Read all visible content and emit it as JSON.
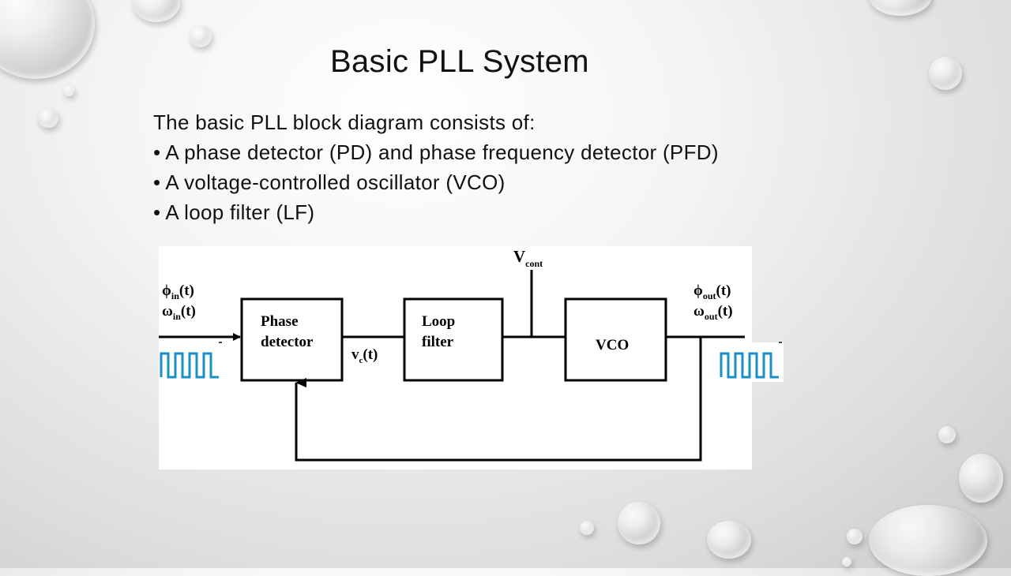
{
  "slide": {
    "title": "Basic PLL System",
    "intro": "The basic PLL block diagram consists of:",
    "bullets": [
      "A phase detector (PD) and phase frequency detector (PFD)",
      "A voltage-controlled oscillator (VCO)",
      "A loop filter (LF)"
    ]
  },
  "diagram": {
    "blocks": {
      "phase_detector": [
        "Phase",
        "detector"
      ],
      "loop_filter": [
        "Loop",
        "filter"
      ],
      "vco": "VCO"
    },
    "labels": {
      "input_phase": {
        "base": "ϕ",
        "sub": "in",
        "tail": "(t)"
      },
      "input_freq": {
        "base": "ω",
        "sub": "in",
        "tail": "(t)"
      },
      "output_phase": {
        "base": "ϕ",
        "sub": "out",
        "tail": "(t)"
      },
      "output_freq": {
        "base": "ω",
        "sub": "out",
        "tail": "(t)"
      },
      "vc": {
        "base": "v",
        "sub": "c",
        "tail": "(t)"
      },
      "vcont": {
        "base": "V",
        "sub": "cont",
        "tail": ""
      }
    },
    "colors": {
      "square_wave": "#1a8fc2",
      "block_line": "#000000"
    }
  }
}
